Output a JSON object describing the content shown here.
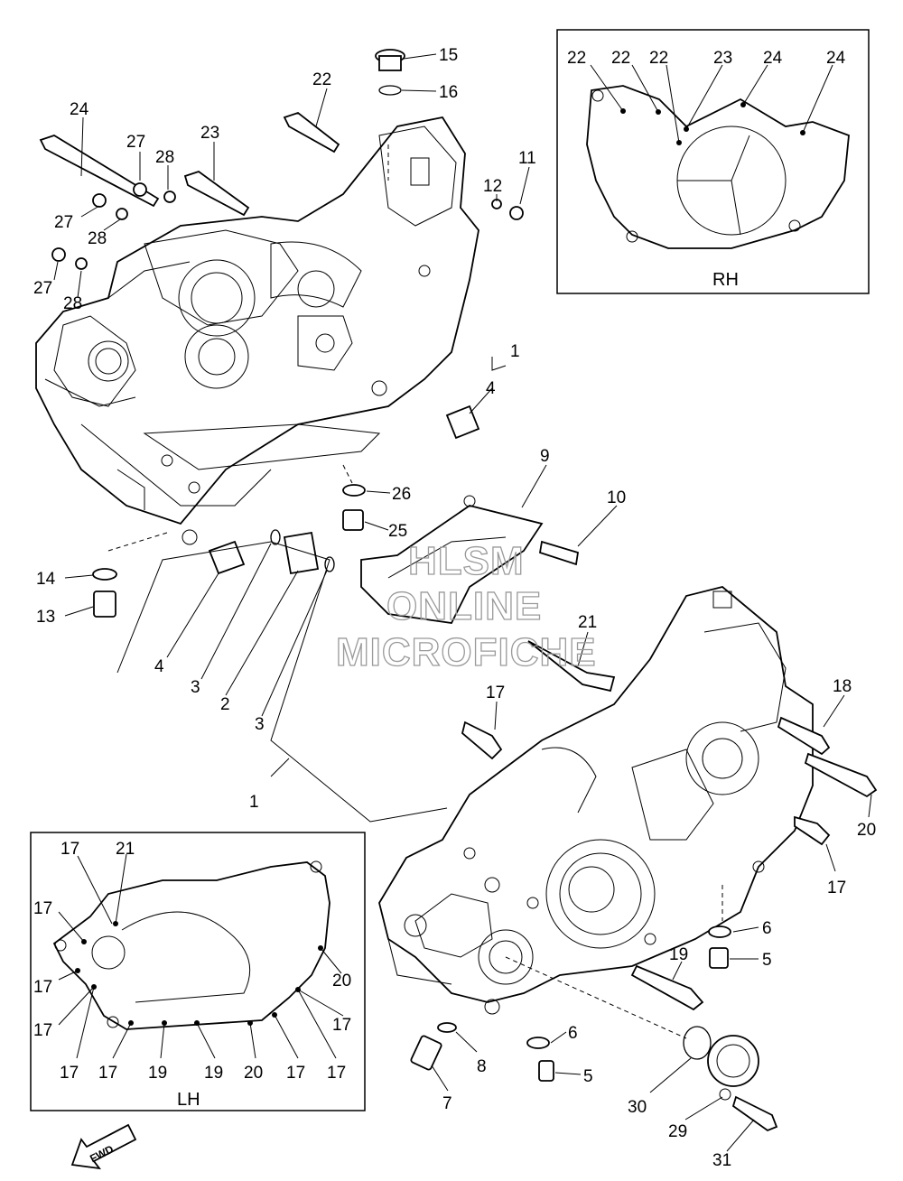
{
  "inset_rh": {
    "title": "RH"
  },
  "inset_lh": {
    "title": "LH"
  },
  "watermark": {
    "line1": "HLSM",
    "line2": "ONLINE",
    "line3": "MICROFICHE"
  },
  "fwd_label": "FWD",
  "callouts": {
    "c15": "15",
    "c16": "16",
    "c22": "22",
    "c24": "24",
    "c27a": "27",
    "c28a": "28",
    "c23": "23",
    "c12": "12",
    "c11": "11",
    "c27b": "27",
    "c28b": "28",
    "c27c": "27",
    "c28c": "28",
    "c1a": "1",
    "c4a": "4",
    "c9": "9",
    "c10": "10",
    "c26": "26",
    "c25": "25",
    "c14": "14",
    "c13": "13",
    "c4b": "4",
    "c3a": "3",
    "c2": "2",
    "c3b": "3",
    "c1b": "1",
    "c21": "21",
    "c17a": "17",
    "c18": "18",
    "c20a": "20",
    "c17b": "17",
    "c6a": "6",
    "c5a": "5",
    "c19": "19",
    "c6b": "6",
    "c5b": "5",
    "c8": "8",
    "c7": "7",
    "c30": "30",
    "c29": "29",
    "c31": "31"
  },
  "rh_labels": [
    "22",
    "22",
    "22",
    "23",
    "24",
    "24"
  ],
  "lh_labels": {
    "l17a": "17",
    "l21": "21",
    "l17b": "17",
    "l17c": "17",
    "l17d": "17",
    "l20": "20",
    "l17e": "17",
    "l17f": "17",
    "l17g": "17",
    "l19a": "19",
    "l19b": "19",
    "l20b": "20",
    "l17h": "17",
    "l17i": "17"
  }
}
